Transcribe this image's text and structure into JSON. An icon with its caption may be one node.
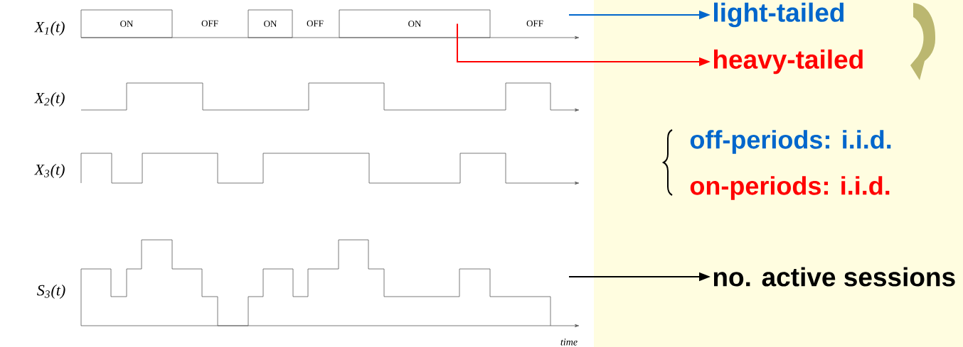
{
  "diagram": {
    "nodes": [
      {
        "text": [
          "ON"
        ]
      },
      {
        "text": [
          "ON"
        ]
      },
      {
        "text": [
          "ON"
        ]
      },
      {
        "text": [
          "light-tailed"
        ]
      },
      {
        "text": [
          "heavy-tailed"
        ]
      },
      {
        "text": [
          "no. active sessions"
        ]
      }
    ],
    "edges": [
      {
        "from": null,
        "to": 3,
        "arrow": "to",
        "color": "#0066cc"
      },
      {
        "from": 2,
        "to": 4,
        "arrow": "to",
        "color": "#ff0000"
      },
      {
        "from": null,
        "to": 5,
        "arrow": "to",
        "color": "#000000"
      }
    ],
    "labels": [
      "X$_{1}$(t)",
      "OFF",
      "OFF",
      "OFF",
      "X$_{2}$(t)",
      "X$_{3}$(t)",
      "off-periods: i.i.d.",
      "on-periods: i.i.d.",
      "S$_{3}$(t)",
      "time"
    ]
  }
}
